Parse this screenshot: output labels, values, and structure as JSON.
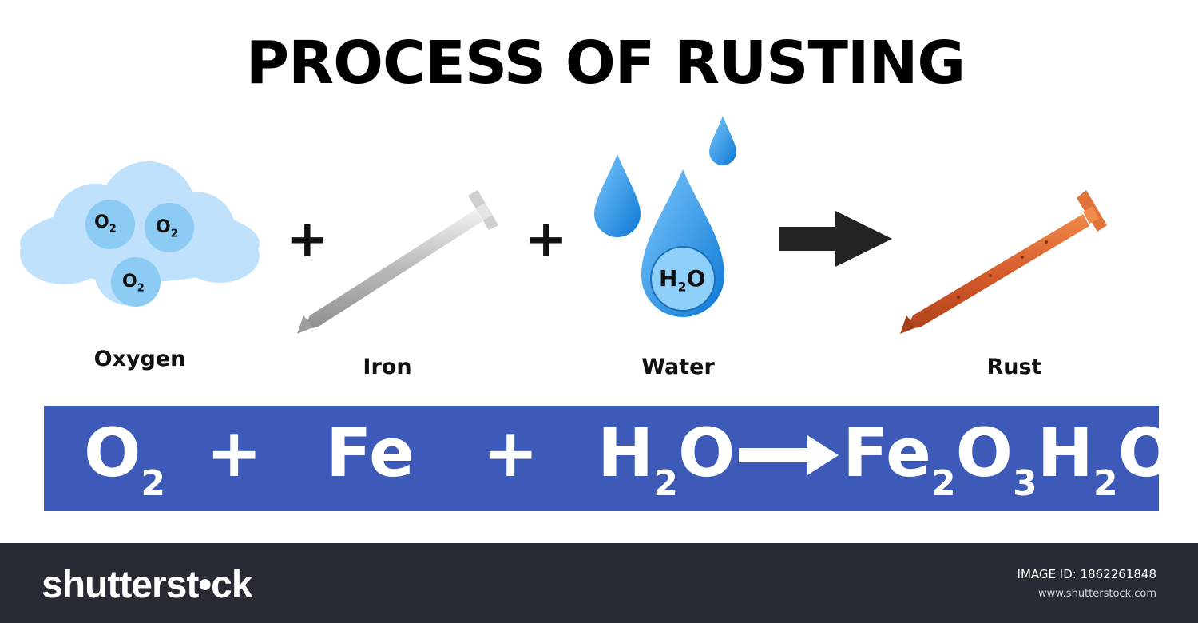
{
  "title": "PROCESS OF RUSTING",
  "reactants": {
    "oxygen": {
      "label": "Oxygen",
      "molecule": "O",
      "sub": "2"
    },
    "iron": {
      "label": "Iron"
    },
    "water": {
      "label": "Water",
      "molecule_h": "H",
      "molecule_sub": "2",
      "molecule_o": "O"
    },
    "rust": {
      "label": "Rust"
    }
  },
  "operators": {
    "plus": "+"
  },
  "equation": {
    "o2": {
      "sym": "O",
      "sub": "2"
    },
    "plus": "+",
    "fe": "Fe",
    "h2o": {
      "h": "H",
      "sub": "2",
      "o": "O"
    },
    "product": {
      "fe": "Fe",
      "sub1": "2",
      "o": "O",
      "sub2": "3",
      "h": "H",
      "sub3": "2",
      "o2": "O"
    }
  },
  "footer": {
    "brand": "shutterst•ck",
    "image_id": "IMAGE ID: 1862261848",
    "site": "www.shutterstock.com"
  },
  "colors": {
    "banner": "#3d5ab8",
    "cloud": "#bfe1fb",
    "drop": "#1f8ee6",
    "rust": "#d9622a",
    "footer": "#272b33"
  }
}
